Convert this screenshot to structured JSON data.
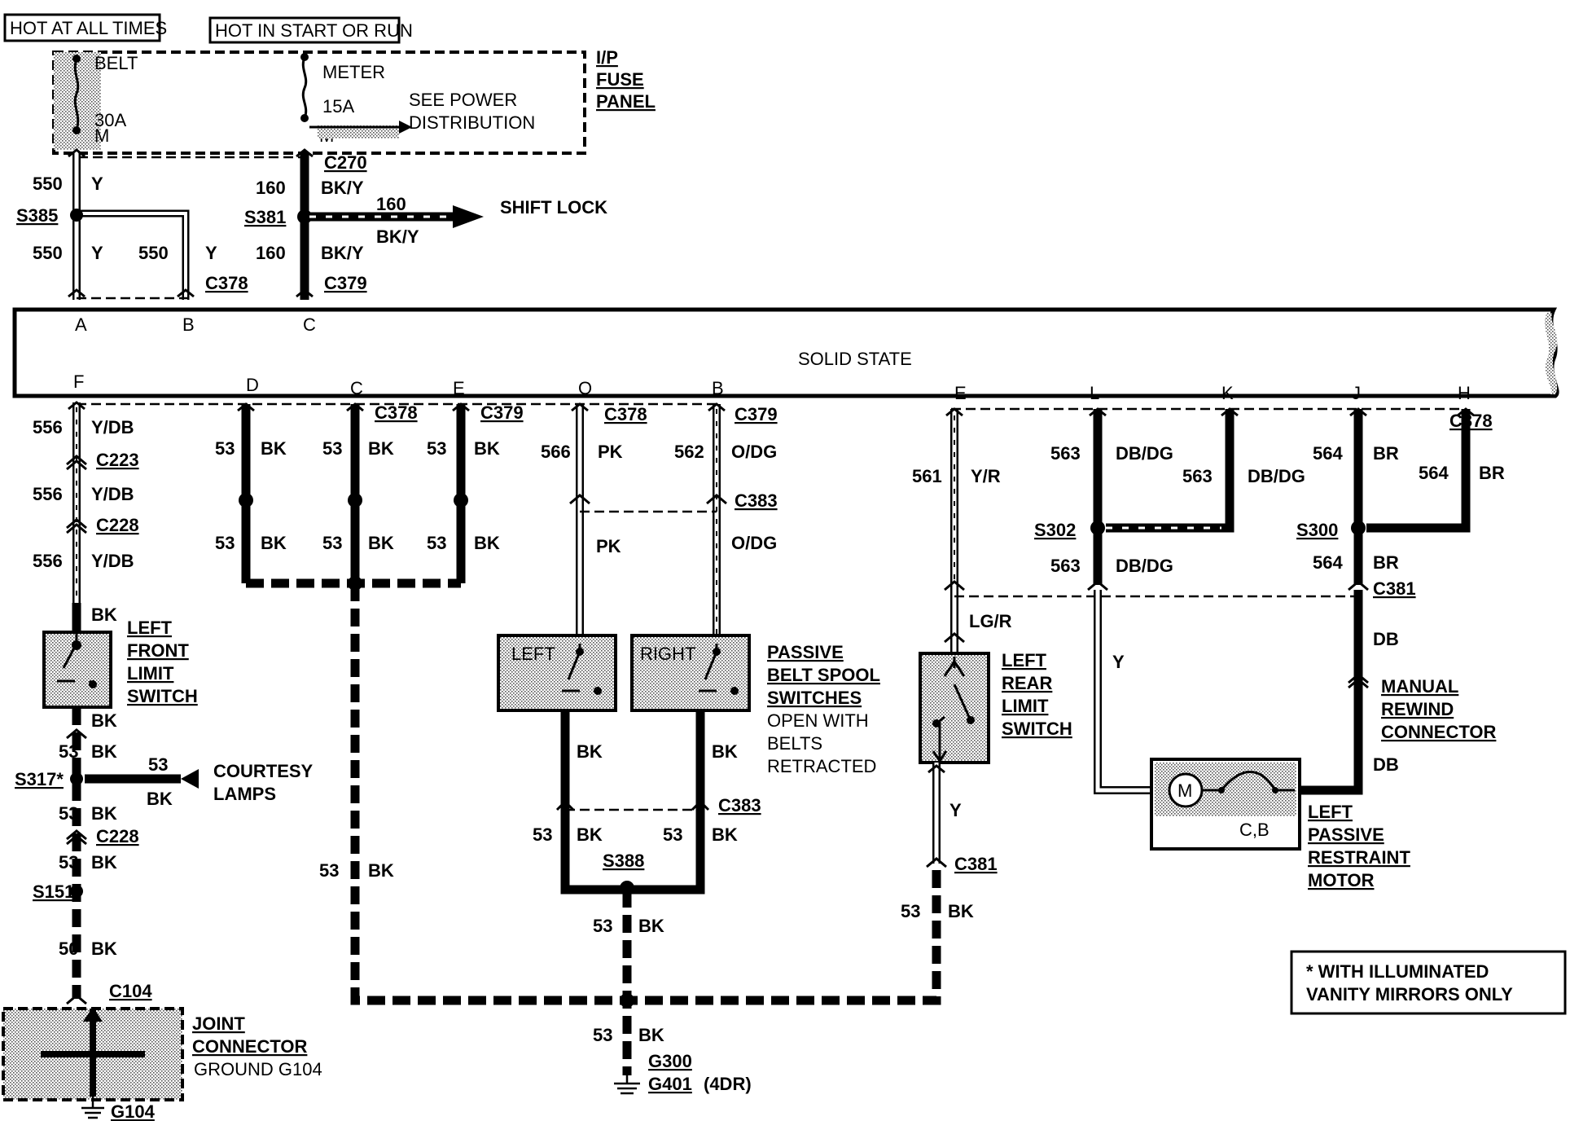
{
  "legend": {
    "hot_at_all_times": "HOT AT ALL TIMES",
    "hot_in_start_or_run": "HOT IN START OR RUN"
  },
  "fuse_panel": {
    "title_line1": "I/P",
    "title_line2": "FUSE",
    "title_line3": "PANEL",
    "belt_fuse_name": "BELT",
    "belt_fuse_rating": "30A",
    "belt_fuse_bus": "M",
    "meter_fuse_name": "METER",
    "meter_fuse_rating": "15A",
    "meter_fuse_bus": "M",
    "see_power_line1": "SEE POWER",
    "see_power_line2": "DISTRIBUTION"
  },
  "module": {
    "name": "SOLID STATE",
    "pins_top": [
      "A",
      "B",
      "C"
    ],
    "pins_bottom": [
      "F",
      "D",
      "C",
      "E",
      "O",
      "B",
      "E",
      "L",
      "K",
      "J",
      "H"
    ]
  },
  "connectors": {
    "c270": "C270",
    "c378": "C378",
    "c379": "C379",
    "c223": "C223",
    "c228": "C228",
    "c383": "C383",
    "c381": "C381",
    "c104": "C104"
  },
  "splices": {
    "s385": "S385",
    "s381": "S381",
    "s317": "S317*",
    "s151": "S151",
    "s388": "S388",
    "s302": "S302",
    "s300": "S300"
  },
  "grounds": {
    "g104": "G104",
    "g300": "G300",
    "g401": "G401",
    "g401_note": "(4DR)"
  },
  "circuits": {
    "c550": "550",
    "c160": "160",
    "c556": "556",
    "c53": "53",
    "c50": "50",
    "c566": "566",
    "c562": "562",
    "c561": "561",
    "c563": "563",
    "c564": "564"
  },
  "colors": {
    "y": "Y",
    "bk_y": "BK/Y",
    "y_db": "Y/DB",
    "bk": "BK",
    "pk": "PK",
    "o_dg": "O/DG",
    "y_r": "Y/R",
    "lg_r": "LG/R",
    "db_dg": "DB/DG",
    "br": "BR",
    "db": "DB"
  },
  "components": {
    "shift_lock": "SHIFT LOCK",
    "courtesy_lamps_line1": "COURTESY",
    "courtesy_lamps_line2": "LAMPS",
    "left_front_limit": [
      "LEFT",
      "FRONT",
      "LIMIT",
      "SWITCH"
    ],
    "left_switch": "LEFT",
    "right_switch": "RIGHT",
    "passive_belt": [
      "PASSIVE",
      "BELT SPOOL",
      "SWITCHES"
    ],
    "passive_belt_note": [
      "OPEN WITH",
      "BELTS",
      "RETRACTED"
    ],
    "left_rear_limit": [
      "LEFT",
      "REAR",
      "LIMIT",
      "SWITCH"
    ],
    "manual_rewind": [
      "MANUAL",
      "REWIND",
      "CONNECTOR"
    ],
    "motor_symbol": "M",
    "motor_pins": "C,B",
    "left_passive_motor": [
      "LEFT",
      "PASSIVE",
      "RESTRAINT",
      "MOTOR"
    ],
    "joint_connector": [
      "JOINT",
      "CONNECTOR"
    ],
    "joint_ground": "GROUND G104"
  },
  "footnote": {
    "line1": "* WITH ILLUMINATED",
    "line2": "VANITY MIRRORS ONLY"
  }
}
